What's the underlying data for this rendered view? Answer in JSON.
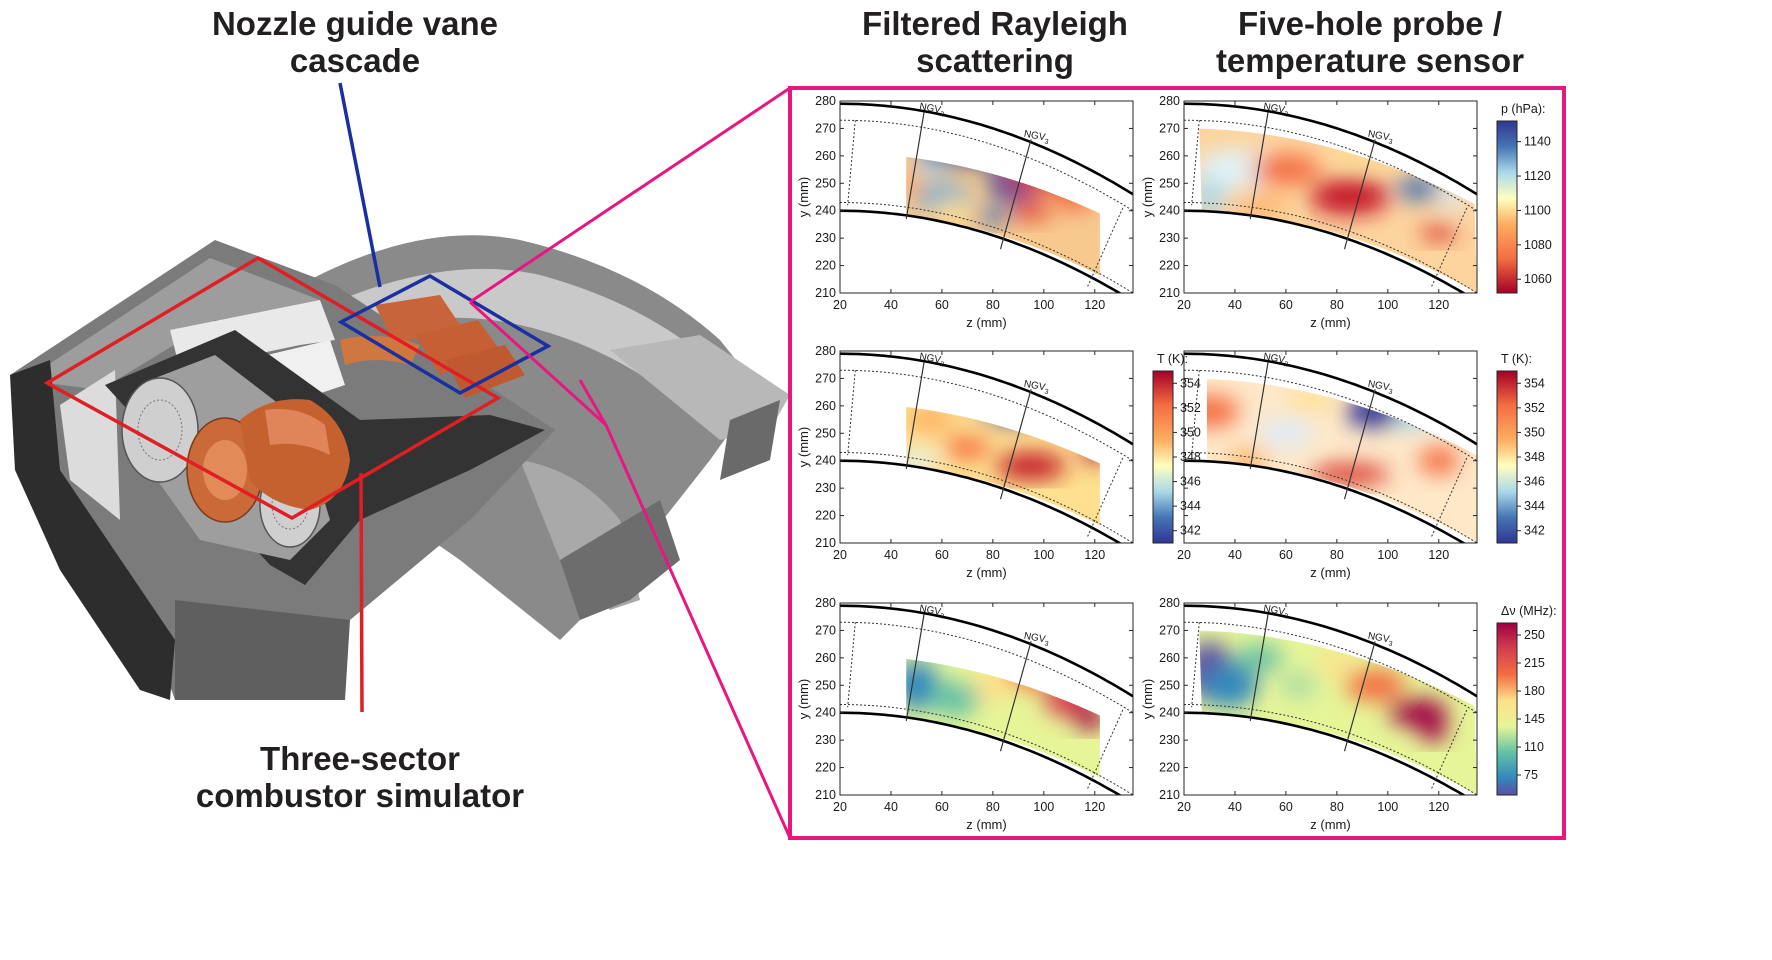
{
  "labels": {
    "ngv_cascade": [
      "Nozzle guide vane",
      "cascade"
    ],
    "combustor": [
      "Three-sector",
      "combustor simulator"
    ],
    "frs_header": [
      "Filtered Rayleigh",
      "scattering"
    ],
    "probe_header": [
      "Five-hole probe /",
      "temperature sensor"
    ]
  },
  "colors": {
    "magenta": "#e6187f",
    "red": "#e01e24",
    "blue": "#1a2fa0"
  },
  "axes": {
    "xlabel": "z (mm)",
    "ylabel": "y (mm)",
    "x_ticks": [
      "20",
      "40",
      "60",
      "80",
      "100",
      "120"
    ],
    "y_ticks": [
      "280",
      "270",
      "260",
      "250",
      "240",
      "230",
      "220",
      "210"
    ],
    "xlim": [
      20,
      135
    ],
    "ylim": [
      210,
      280
    ],
    "vane_labels": [
      {
        "base": "NGV",
        "sub": "2"
      },
      {
        "base": "NGV",
        "sub": "3"
      }
    ]
  },
  "colorbars": [
    {
      "label": "p (hPa):",
      "ticks": [
        "1140",
        "1120",
        "1100",
        "1080",
        "1060"
      ],
      "range": [
        1052,
        1152
      ],
      "colormap": "RdYlBu"
    },
    {
      "label": "T (K):",
      "ticks": [
        "354",
        "352",
        "350",
        "348",
        "346",
        "344",
        "342"
      ],
      "range": [
        341,
        355
      ],
      "colormap": "RdYlBu"
    },
    {
      "label": "Δν (MHz):",
      "ticks": [
        "250",
        "215",
        "180",
        "145",
        "110",
        "75"
      ],
      "range": [
        50,
        265
      ],
      "colormap": "Spectral"
    }
  ]
}
